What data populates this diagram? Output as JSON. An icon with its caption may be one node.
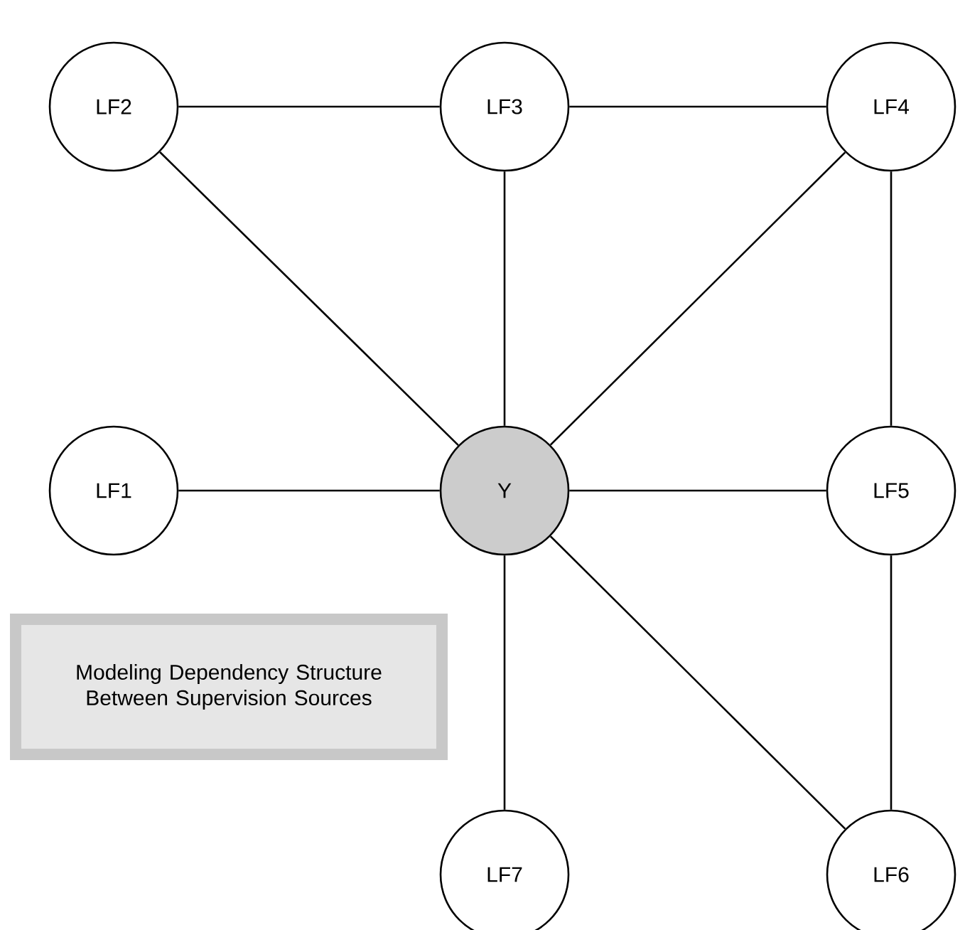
{
  "diagram": {
    "nodes": [
      {
        "text": [
          "LF2"
        ]
      },
      {
        "text": [
          "LF3"
        ]
      },
      {
        "text": [
          "LF4"
        ]
      },
      {
        "text": [
          "LF1"
        ]
      },
      {
        "text": [
          "Y"
        ]
      },
      {
        "text": [
          "LF5"
        ]
      },
      {
        "text": [
          "Modeling Dependency Structure Between Supervision Sources"
        ]
      },
      {
        "text": [
          "LF7"
        ]
      },
      {
        "text": [
          "LF6"
        ]
      }
    ],
    "edges": [
      {
        "from": 0,
        "to": 1,
        "arrow": "none"
      },
      {
        "from": 1,
        "to": 2,
        "arrow": "none"
      },
      {
        "from": 0,
        "to": 4,
        "arrow": "none"
      },
      {
        "from": 1,
        "to": 4,
        "arrow": "none"
      },
      {
        "from": 2,
        "to": 4,
        "arrow": "none"
      },
      {
        "from": 2,
        "to": 5,
        "arrow": "none"
      },
      {
        "from": 3,
        "to": 4,
        "arrow": "none"
      },
      {
        "from": 4,
        "to": 5,
        "arrow": "none"
      },
      {
        "from": 4,
        "to": 7,
        "arrow": "none"
      },
      {
        "from": 4,
        "to": 8,
        "arrow": "none"
      },
      {
        "from": 5,
        "to": 8,
        "arrow": "none"
      }
    ]
  }
}
